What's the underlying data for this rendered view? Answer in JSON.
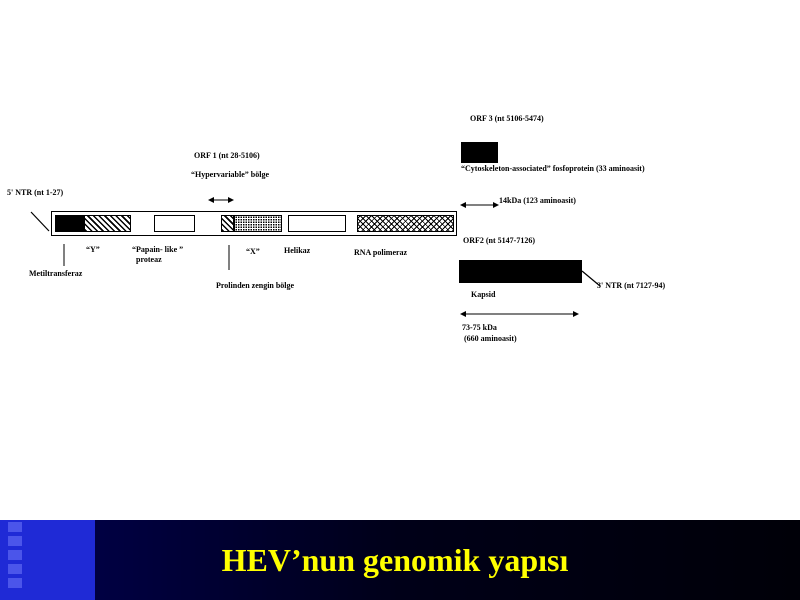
{
  "labels": {
    "orf3": "ORF 3 (nt 5106-5474)",
    "orf1": "ORF 1 (nt 28-5106)",
    "hypervariable": "“Hypervariable” bölge",
    "cytoskeleton": "“Cytoskeleton-associated” fosfoprotein (33 aminoasit)",
    "ntr5": "5' NTR (nt 1-27)",
    "kda14": "14kDa  (123 aminoasit)",
    "orf2": "ORF2 (nt 5147-7126)",
    "y": "“Y”",
    "papain_line1": "“Papain- like ”",
    "papain_line2": "proteaz",
    "x": "“X”",
    "helikaz": "Helikaz",
    "rna_polimeraz": "RNA polimeraz",
    "metiltransferaz": "Metiltransferaz",
    "prolin": "Prolinden zengin bölge",
    "ntr3": "3' NTR (nt 7127-94)",
    "kapsid": "Kapsid",
    "kda7375": "73-75 kDa",
    "aa660": "(660 aminoasit)"
  },
  "footer": {
    "title": "HEV’nun genomik yapısı"
  },
  "colors": {
    "footer_accent": "#1f2ad6",
    "title_text": "#ffff00"
  }
}
